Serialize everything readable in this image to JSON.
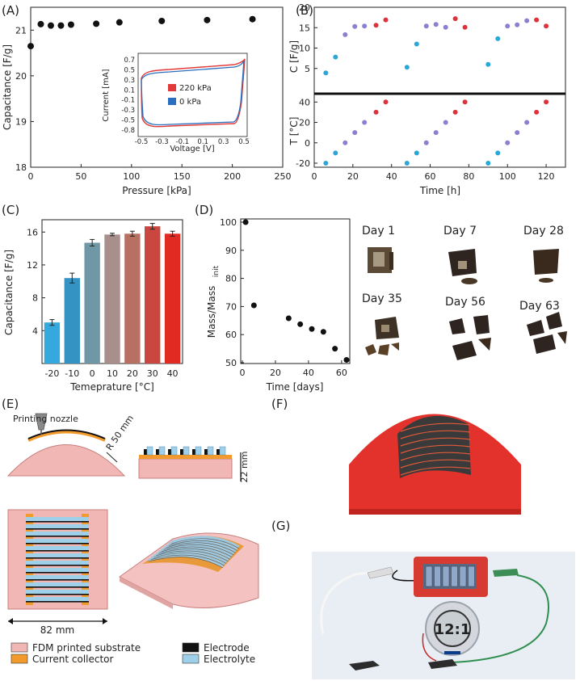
{
  "panels": {
    "A": {
      "letter": "(A)",
      "chart_data": {
        "type": "scatter",
        "xlabel": "Pressure [kPa]",
        "ylabel": "Capacitance [F/g]",
        "xlim": [
          0,
          250
        ],
        "ylim": [
          18,
          21.5
        ],
        "xticks": [
          0,
          50,
          100,
          150,
          200,
          250
        ],
        "yticks": [
          18,
          19,
          20,
          21
        ],
        "series": [
          {
            "x": [
              0,
              10,
              20,
              30,
              40,
              65,
              88,
              130,
              175,
              220
            ],
            "values": [
              20.65,
              21.13,
              21.1,
              21.1,
              21.12,
              21.14,
              21.17,
              21.2,
              21.22,
              21.24
            ]
          }
        ],
        "color": "#111111"
      },
      "inset": {
        "type": "line",
        "xlabel": "Voltage [V]",
        "ylabel": "Current [mA]",
        "xlim": [
          -0.5,
          0.5
        ],
        "ylim": [
          -0.8,
          0.75
        ],
        "xticks": [
          "-0.5",
          "-0.3",
          "-0.1",
          "0.1",
          "0.3",
          "0.5"
        ],
        "yticks": [
          "0.7",
          "0.5",
          "0.3",
          "0.1",
          "-0.1",
          "-0.3",
          "-0.5",
          "-0.8"
        ],
        "series": [
          {
            "name": "220 kPa",
            "color": "#e23a3a"
          },
          {
            "name": "0 kPa",
            "color": "#2a6fbf"
          }
        ]
      }
    },
    "B": {
      "letter": "(B)",
      "chart_data": {
        "type": "scatter",
        "xlabel": "Time [h]",
        "xlim": [
          0,
          130
        ],
        "xticks": [
          0,
          20,
          40,
          60,
          80,
          100,
          120
        ],
        "top": {
          "ylabel": "C [F/g]",
          "ylim": [
            0,
            20
          ],
          "yticks": [
            5,
            10,
            15,
            20
          ],
          "points": [
            [
              6,
              3.9,
              "#2aa7d9"
            ],
            [
              11,
              7.8,
              "#2aa7d9"
            ],
            [
              16,
              13.3,
              "#8a7fd0"
            ],
            [
              21,
              15.3,
              "#8a7fd0"
            ],
            [
              26,
              15.4,
              "#8a7fd0"
            ],
            [
              32,
              15.6,
              "#e0303a"
            ],
            [
              37,
              16.9,
              "#e0303a"
            ],
            [
              48,
              5.3,
              "#2aa7d9"
            ],
            [
              53,
              11,
              "#2aa7d9"
            ],
            [
              58,
              15.4,
              "#8a7fd0"
            ],
            [
              63,
              15.8,
              "#8a7fd0"
            ],
            [
              68,
              15.1,
              "#8a7fd0"
            ],
            [
              73,
              17.2,
              "#e0303a"
            ],
            [
              78,
              15.1,
              "#e0303a"
            ],
            [
              90,
              6,
              "#2aa7d9"
            ],
            [
              95,
              12.3,
              "#2aa7d9"
            ],
            [
              100,
              15.4,
              "#8a7fd0"
            ],
            [
              105,
              15.7,
              "#8a7fd0"
            ],
            [
              110,
              16.7,
              "#8a7fd0"
            ],
            [
              115,
              16.9,
              "#e0303a"
            ],
            [
              120,
              15.4,
              "#e0303a"
            ]
          ]
        },
        "bottom": {
          "ylabel": "T [°C]",
          "ylim": [
            -20,
            45
          ],
          "yticks": [
            -20,
            0,
            20,
            40
          ],
          "points": [
            [
              6,
              -20,
              "#2aa7d9"
            ],
            [
              11,
              -10,
              "#2aa7d9"
            ],
            [
              16,
              0,
              "#8a7fd0"
            ],
            [
              21,
              10,
              "#8a7fd0"
            ],
            [
              26,
              20,
              "#8a7fd0"
            ],
            [
              32,
              30,
              "#e0303a"
            ],
            [
              37,
              40,
              "#e0303a"
            ],
            [
              48,
              -20,
              "#2aa7d9"
            ],
            [
              53,
              -10,
              "#2aa7d9"
            ],
            [
              58,
              0,
              "#8a7fd0"
            ],
            [
              63,
              10,
              "#8a7fd0"
            ],
            [
              68,
              20,
              "#8a7fd0"
            ],
            [
              73,
              30,
              "#e0303a"
            ],
            [
              78,
              40,
              "#e0303a"
            ],
            [
              90,
              -20,
              "#2aa7d9"
            ],
            [
              95,
              -10,
              "#2aa7d9"
            ],
            [
              100,
              0,
              "#8a7fd0"
            ],
            [
              105,
              10,
              "#8a7fd0"
            ],
            [
              110,
              20,
              "#8a7fd0"
            ],
            [
              115,
              30,
              "#e0303a"
            ],
            [
              120,
              40,
              "#e0303a"
            ]
          ]
        }
      }
    },
    "C": {
      "letter": "(C)",
      "chart_data": {
        "type": "bar",
        "categories": [
          "-20",
          "-10",
          "0",
          "10",
          "20",
          "30",
          "40"
        ],
        "values": [
          5.0,
          10.4,
          14.7,
          15.7,
          15.8,
          16.7,
          15.8
        ],
        "errors": [
          0.35,
          0.6,
          0.4,
          0.15,
          0.3,
          0.35,
          0.3
        ],
        "colors": [
          "#35a9de",
          "#3593c4",
          "#6f97a6",
          "#a88f8c",
          "#b77062",
          "#c9473f",
          "#e02a22"
        ],
        "xlabel": "Temeprature [°C]",
        "ylabel": "Capacitance [F/g]",
        "ylim": [
          0,
          17.5
        ],
        "yticks": [
          4,
          8,
          12,
          16
        ]
      }
    },
    "D": {
      "letter": "(D)",
      "chart_data": {
        "type": "scatter",
        "x": [
          2,
          7,
          28,
          35,
          42,
          49,
          56,
          63
        ],
        "values": [
          100,
          70.4,
          65.8,
          63.7,
          62,
          61,
          55,
          51
        ],
        "xlabel": "Time [days]",
        "ylabel": "Mass/Mass",
        "ylabel_sub": "init",
        "xlim": [
          0,
          63
        ],
        "ylim": [
          50,
          100
        ],
        "xticks": [
          0,
          20,
          40,
          60
        ],
        "yticks": [
          50,
          60,
          70,
          80,
          90,
          100
        ]
      },
      "photo_labels": [
        "Day 1",
        "Day 7",
        "Day 28",
        "Day 35",
        "Day 56",
        "Day 63"
      ]
    },
    "E": {
      "letter": "(E)",
      "nozzle_label": "Printing nozzle",
      "radius_label": "R 50 mm",
      "height_label": "22 mm",
      "width_label": "82 mm",
      "legend": [
        {
          "label": "FDM printed substrate",
          "color": "#f0b7b5"
        },
        {
          "label": "Current collector",
          "color": "#f29b2c"
        },
        {
          "label": "Electrode",
          "color": "#111111"
        },
        {
          "label": "Electrolyte",
          "color": "#9fd0ea"
        }
      ]
    },
    "F": {
      "letter": "(F)"
    },
    "G": {
      "letter": "(G)",
      "clock_reading": "12:1"
    }
  }
}
